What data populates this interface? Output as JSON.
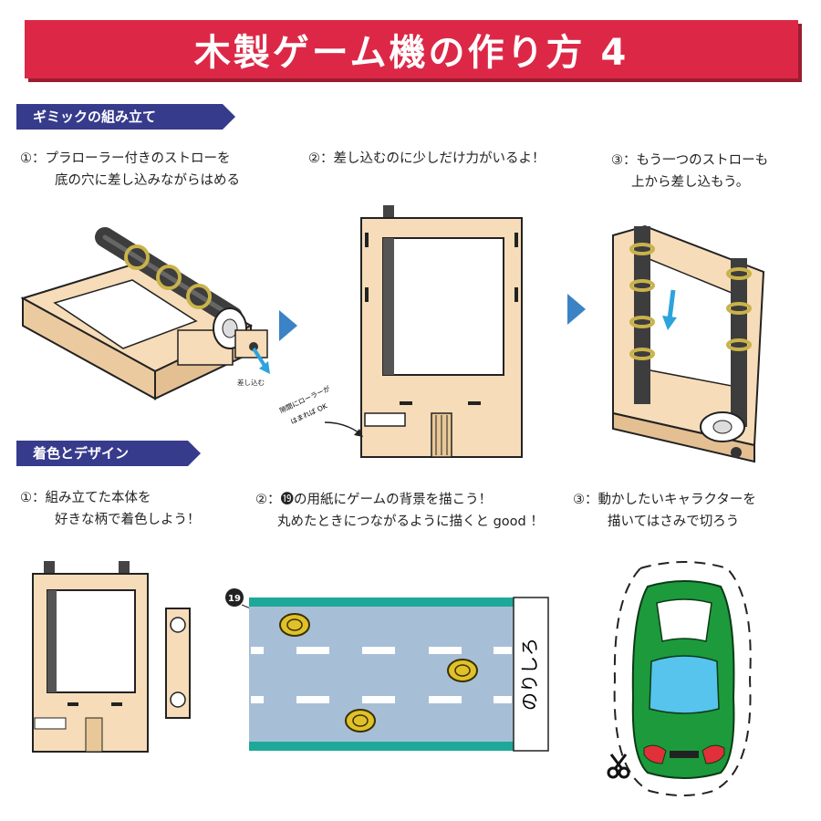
{
  "title": "木製ゲーム機の作り方 4",
  "section1": {
    "title": "ギミックの組み立て",
    "steps": [
      {
        "line1": "①：プラローラー付きのストローを",
        "line2": "底の穴に差し込みながらはめる"
      },
      {
        "line1": "②：差し込むのに少しだけ力がいるよ！"
      },
      {
        "line1": "③：もう一つのストローも",
        "line2": "上から差し込もう。"
      }
    ],
    "labels": {
      "insert": "差し込む",
      "gap_note_1": "隙間にローラーが",
      "gap_note_2": "はまれば OK"
    }
  },
  "section2": {
    "title": "着色とデザイン",
    "steps": [
      {
        "line1": "①：組み立てた本体を",
        "line2": "好きな柄で着色しよう！"
      },
      {
        "line1": "②：⓳の用紙にゲームの背景を描こう！",
        "line2": "丸めたときにつながるように描くと good ！"
      },
      {
        "line1": "③：動かしたいキャラクターを",
        "line2": "描いてはさみで切ろう"
      }
    ],
    "badge": "19",
    "glue_tab": "のりしろ"
  },
  "colors": {
    "banner": "#dc2846",
    "section": "#373b8c",
    "arrow": "#3b83c4",
    "wood": "#f6dcb8",
    "road": "#a7bfd6",
    "road_edge": "#1ea899",
    "car": "#1d9a3c"
  },
  "icons": {
    "arrow": "triangle-right",
    "scissors": "scissors-icon"
  }
}
